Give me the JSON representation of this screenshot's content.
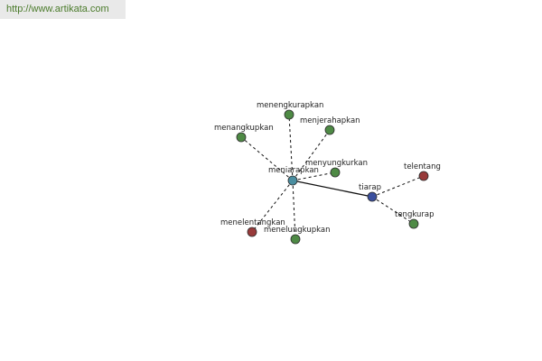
{
  "header": {
    "site_url": "http://www.artikata.com"
  },
  "colors": {
    "center": "#4a8ea0",
    "blue": "#3a4f9e",
    "green": "#4e8a45",
    "red": "#983a3a",
    "edge": "#111111",
    "node_stroke": "#2c2c2c"
  },
  "graph": {
    "nodes": [
      {
        "id": "meniarapkan",
        "label": "meniarapkan",
        "color": "center"
      },
      {
        "id": "tiarap",
        "label": "tiarap",
        "color": "blue"
      },
      {
        "id": "menengkurapkan",
        "label": "menengkurapkan",
        "color": "green"
      },
      {
        "id": "menangkupkan",
        "label": "menangkupkan",
        "color": "green"
      },
      {
        "id": "menjerahapkan",
        "label": "menjerahapkan",
        "color": "green"
      },
      {
        "id": "menyungkurkan",
        "label": "menyungkurkan",
        "color": "green"
      },
      {
        "id": "menelentangkan",
        "label": "menelentangkan",
        "color": "red"
      },
      {
        "id": "menelungkupkan",
        "label": "menelungkupkan",
        "color": "green"
      },
      {
        "id": "telentang",
        "label": "telentang",
        "color": "red"
      },
      {
        "id": "tengkurap",
        "label": "tengkurap",
        "color": "green"
      }
    ],
    "edges": [
      {
        "from": "meniarapkan",
        "to": "tiarap",
        "style": "solid"
      },
      {
        "from": "meniarapkan",
        "to": "menengkurapkan",
        "style": "dashed"
      },
      {
        "from": "meniarapkan",
        "to": "menangkupkan",
        "style": "dashed"
      },
      {
        "from": "meniarapkan",
        "to": "menjerahapkan",
        "style": "dashed"
      },
      {
        "from": "meniarapkan",
        "to": "menyungkurkan",
        "style": "dashed"
      },
      {
        "from": "meniarapkan",
        "to": "menelentangkan",
        "style": "dashed"
      },
      {
        "from": "meniarapkan",
        "to": "menelungkupkan",
        "style": "dashed"
      },
      {
        "from": "tiarap",
        "to": "telentang",
        "style": "dashed"
      },
      {
        "from": "tiarap",
        "to": "tengkurap",
        "style": "dashed"
      }
    ]
  }
}
